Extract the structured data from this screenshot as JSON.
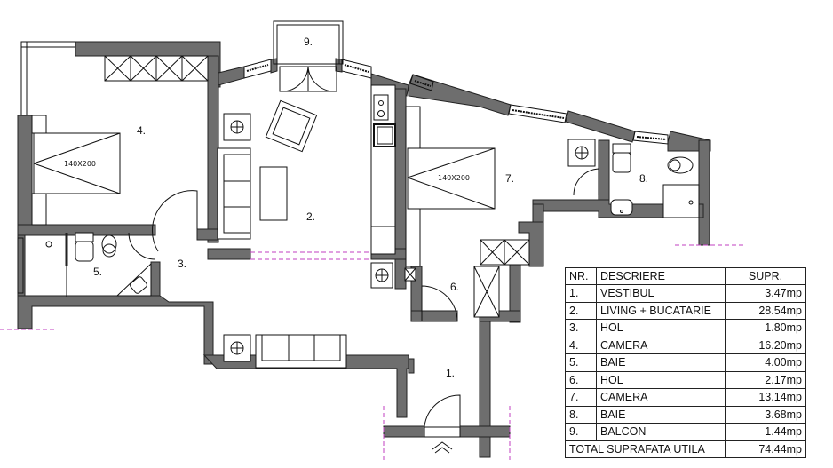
{
  "rooms": [
    {
      "label": "1.",
      "name": "VESTIBUL"
    },
    {
      "label": "2.",
      "name": "LIVING + BUCATARIE"
    },
    {
      "label": "3.",
      "name": "HOL"
    },
    {
      "label": "4.",
      "name": "CAMERA"
    },
    {
      "label": "5.",
      "name": "BAIE"
    },
    {
      "label": "6.",
      "name": "HOL"
    },
    {
      "label": "7.",
      "name": "CAMERA"
    },
    {
      "label": "8.",
      "name": "BAIE"
    },
    {
      "label": "9.",
      "name": "BALCON"
    }
  ],
  "beds": [
    {
      "size": "140X200"
    },
    {
      "size": "140X200"
    }
  ],
  "table": {
    "headers": {
      "nr": "NR.",
      "desc": "DESCRIERE",
      "supr": "SUPR."
    },
    "rows": [
      {
        "nr": "1.",
        "desc": "VESTIBUL",
        "supr": "3.47mp"
      },
      {
        "nr": "2.",
        "desc": "LIVING + BUCATARIE",
        "supr": "28.54mp"
      },
      {
        "nr": "3.",
        "desc": "HOL",
        "supr": "1.80mp"
      },
      {
        "nr": "4.",
        "desc": "CAMERA",
        "supr": "16.20mp"
      },
      {
        "nr": "5.",
        "desc": "BAIE",
        "supr": "4.00mp"
      },
      {
        "nr": "6.",
        "desc": "HOL",
        "supr": "2.17mp"
      },
      {
        "nr": "7.",
        "desc": "CAMERA",
        "supr": "13.14mp"
      },
      {
        "nr": "8.",
        "desc": "BAIE",
        "supr": "3.68mp"
      },
      {
        "nr": "9.",
        "desc": "BALCON",
        "supr": "1.44mp"
      }
    ],
    "total_label": "TOTAL SUPRAFATA UTILA",
    "total_value": "74.44mp"
  },
  "colors": {
    "wall": "#6e6e6e",
    "section_line": "#c03fc0"
  }
}
